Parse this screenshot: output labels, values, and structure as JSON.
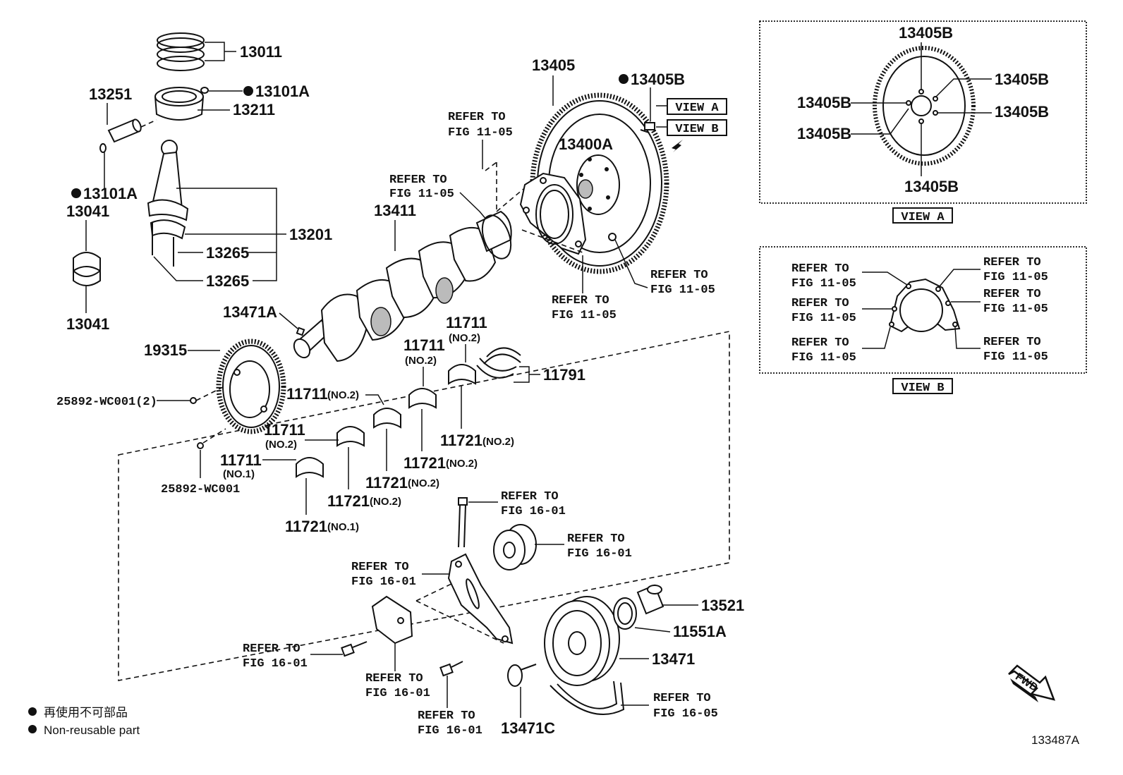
{
  "parts": {
    "p13011": "13011",
    "p13101A_top": "13101A",
    "p13251": "13251",
    "p13211": "13211",
    "p13101A_left": "13101A",
    "p13041_top": "13041",
    "p13041_bottom": "13041",
    "p13201": "13201",
    "p13265_a": "13265",
    "p13265_b": "13265",
    "p13405": "13405",
    "p13405B": "13405B",
    "p13400A": "13400A",
    "p13411": "13411",
    "p13471A": "13471A",
    "p19315": "19315",
    "p25892_2": "25892-WC001(2)",
    "p25892": "25892-WC001",
    "p11711_n2_a": "11711",
    "p11711_n2_b": "11711",
    "p11711_n2_c": "11711",
    "p11711_n2_d": "11711",
    "p11711_n1": "11711",
    "p11791": "11791",
    "p11721_n2_a": "11721",
    "p11721_n2_b": "11721",
    "p11721_n2_c": "11721",
    "p11721_n2_d": "11721",
    "p11721_n1": "11721",
    "p13521": "13521",
    "p11551A": "11551A",
    "p13471": "13471",
    "p13471C": "13471C"
  },
  "qualifiers": {
    "no1": "(NO.1)",
    "no2": "(NO.2)"
  },
  "refs": {
    "refer_to": "REFER TO",
    "fig_11_05": "FIG 11-05",
    "fig_16_01": "FIG 16-01",
    "fig_16_05": "FIG 16-05"
  },
  "view_a": {
    "label": "VIEW A",
    "callout": "13405B"
  },
  "view_b": {
    "label": "VIEW B"
  },
  "legend": {
    "line1": "再使用不可部品",
    "line2": "Non-reusable part"
  },
  "fwd_label": "FWD",
  "diagram_code": "133487A"
}
